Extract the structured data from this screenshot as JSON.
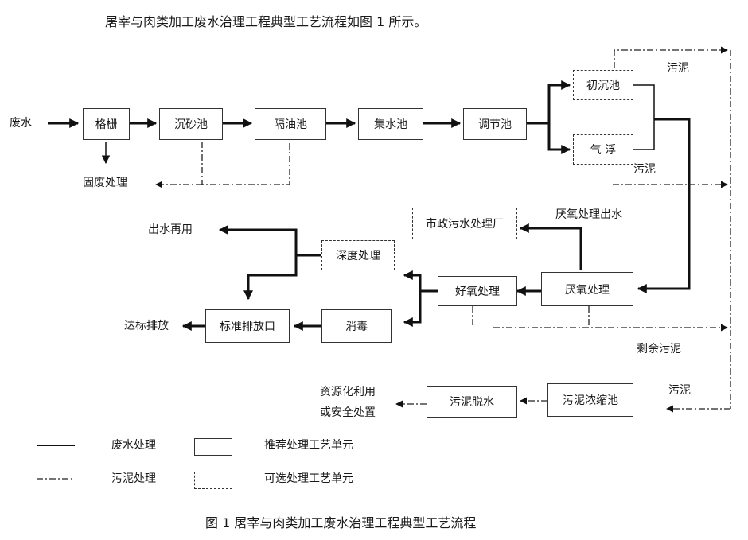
{
  "intro": "屠宰与肉类加工废水治理工程典型工艺流程如图 1 所示。",
  "caption": "图 1  屠宰与肉类加工废水治理工程典型工艺流程",
  "units": {
    "grille": "格栅",
    "grit": "沉砂池",
    "oil": "隔油池",
    "collect": "集水池",
    "adjust": "调节池",
    "primary": "初沉池",
    "float": "气  浮",
    "municipal": "市政污水处理厂",
    "deep": "深度处理",
    "aerobic": "好氧处理",
    "anaerobic": "厌氧处理",
    "outlet": "标准排放口",
    "disinfect": "消毒",
    "dewater": "污泥脱水",
    "thicken": "污泥浓缩池"
  },
  "labels": {
    "wastewater": "废水",
    "solid": "固废处理",
    "sludge1": "污泥",
    "sludge2": "污泥",
    "sludge3": "污泥",
    "residual": "剩余污泥",
    "anaerobic_out": "厌氧处理出水",
    "reuse": "出水再用",
    "discharge": "达标排放",
    "resource1": "资源化利用",
    "resource2": "或安全处置"
  },
  "legend": {
    "solid_line": "废水处理",
    "dashdot_line": "污泥处理",
    "solid_box": "推荐处理工艺单元",
    "dashed_box": "可选处理工艺单元"
  }
}
